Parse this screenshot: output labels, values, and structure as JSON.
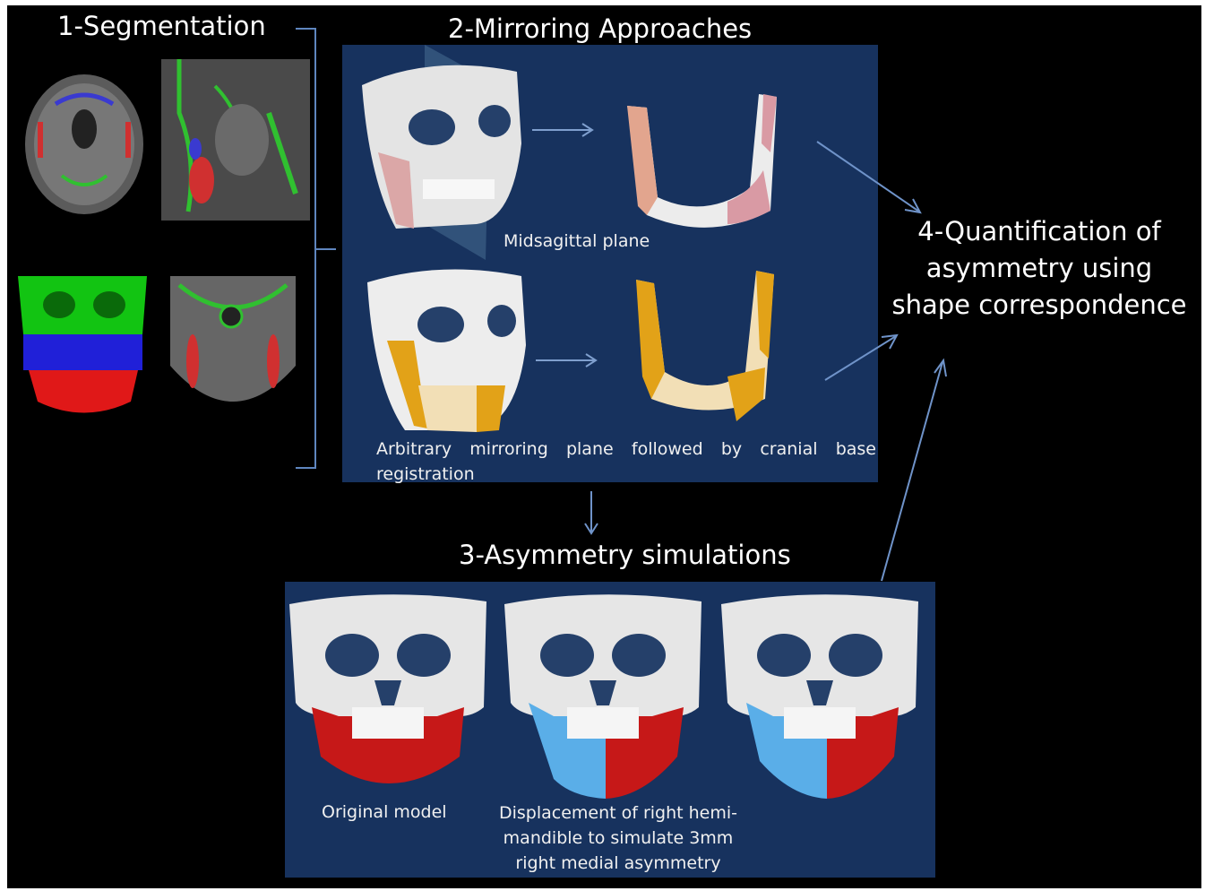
{
  "headings": {
    "segmentation": "1-Segmentation",
    "mirroring": "2-Mirroring  Approaches",
    "simulations": "3-Asymmetry simulations",
    "quant_line1": "4-Quantification of",
    "quant_line2": "asymmetry using",
    "quant_line3": "shape correspondence"
  },
  "captions": {
    "midsagittal": "Midsagittal plane",
    "arbitrary_words": [
      "Arbitrary",
      "mirroring",
      "plane",
      "followed",
      "by",
      "cranial",
      "base"
    ],
    "arbitrary_line2": "registration",
    "original_model": "Original model",
    "displacement_line1": "Displacement of  right  hemi-",
    "displacement_line2": "mandible  to simulate  3mm",
    "displacement_line3": "right medial  asymmetry"
  },
  "colors": {
    "background": "#000000",
    "panel": "#17325e",
    "arrow": "#6f93c9",
    "segment_green": "#12c412",
    "segment_blue": "#2020d8",
    "segment_red": "#e01818",
    "mandible_red": "#c61818",
    "mandible_blue": "#5aaee8",
    "mirror_orange": "#e2a218",
    "mirror_pink": "#d99aa4"
  }
}
